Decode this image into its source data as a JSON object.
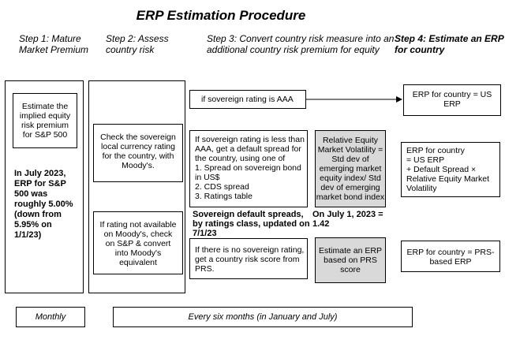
{
  "title": "ERP Estimation Procedure",
  "steps": {
    "s1": "Step 1: Mature\nMarket Premium",
    "s2": "Step 2: Assess\ncountry risk",
    "s3": "Step 3: Convert country risk measure into an\nadditional country risk premium for equity",
    "s4": "Step 4: Estimate an ERP\nfor country"
  },
  "col1": {
    "box_text": "Estimate the\nimplied equity\nrisk premium\nfor S&P 500",
    "note": "In July 2023,\nERP for S&P\n500 was\nroughly 5.00%\n(down from\n5.95% on\n1/1/23)"
  },
  "col2": {
    "moodys_box": "Check the sovereign\nlocal currency rating\nfor the country, with\nMoody's.",
    "sp_box": "If rating not available\non Moody's, check\non S&P & convert\ninto Moody's\nequivalent"
  },
  "col3": {
    "aaa_box": "if sovereign rating is AAA",
    "less_box": "If sovereign rating is less than\nAAA, get a default spread for\nthe country, using one of\n1. Spread on sovereign bond\nin US$\n2. CDS spread\n3. Ratings table",
    "spreads_note": "Sovereign default spreads,\nby ratings class, updated on\n7/1/23",
    "prs_box": "If there is no sovereign rating,\nget a country risk score from\nPRS.",
    "volatility_box": "Relative Equity\nMarket Volatility =\nStd dev of\nemerging market\nequity index/ Std\ndev of emerging\nmarket bond index",
    "volatility_note": "On July 1, 2023 = 1.42",
    "erp_prs_box": "Estimate an ERP\nbased on PRS\nscore"
  },
  "col4": {
    "us_box": "ERP for country = US\nERP",
    "formula_box": "ERP for country\n= US ERP\n+ Default Spread ×\nRelative Equity Market\nVolatility",
    "prs_box": "ERP for country = PRS-\nbased ERP"
  },
  "footer": {
    "monthly": "Monthly",
    "six_months": "Every six months (in January and July)"
  }
}
